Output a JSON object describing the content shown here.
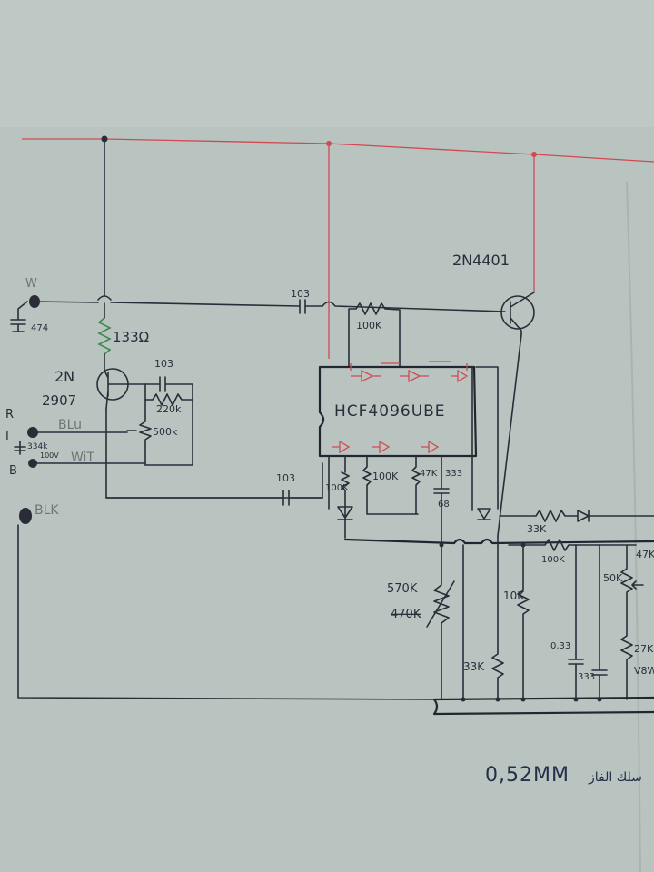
{
  "colors": {
    "paper": "#b9c4c0",
    "ink": "#2a2d38",
    "red_rail": "#cf4a52",
    "green_highlight": "#3f8a4e"
  },
  "labels": {
    "wire_w": "W",
    "cap_474": "474",
    "resistor_133": "133Ω",
    "transistor_pnp": "2N",
    "transistor_pnp_num": "2907",
    "cap_103_a": "103",
    "res_220k": "220k",
    "res_500k": "500k",
    "wire_r": "R",
    "wire_i": "I",
    "wire_b": "B",
    "res_334k": "334k",
    "res_100v": "100V",
    "blu": "BLu",
    "wit": "WiT",
    "blk": "BLK",
    "cap_103_b": "103",
    "cap_103_c": "103",
    "res_100k_top": "100K",
    "transistor_npn": "2N4401",
    "ic_name": "HCF4096UBE",
    "res_100k_mid": "100K",
    "res_100k_left": "100K",
    "res_47k": "47K",
    "cap_333_ic": "333",
    "cap_68": "68",
    "res_33k_top": "33K",
    "res_100k_right": "100K",
    "res_47k_right": "47K",
    "pot_50k": "50K",
    "res_570k": "570K",
    "res_470k": "470K",
    "res_10k": "10K",
    "res_33k_bottom": "33K",
    "cap_033": "0,33",
    "cap_333_bottom": "333",
    "res_27k": "27K",
    "res_18w": "V8W",
    "wire_gauge": "0,52MM",
    "arabic_note": "سلك الفاز"
  }
}
